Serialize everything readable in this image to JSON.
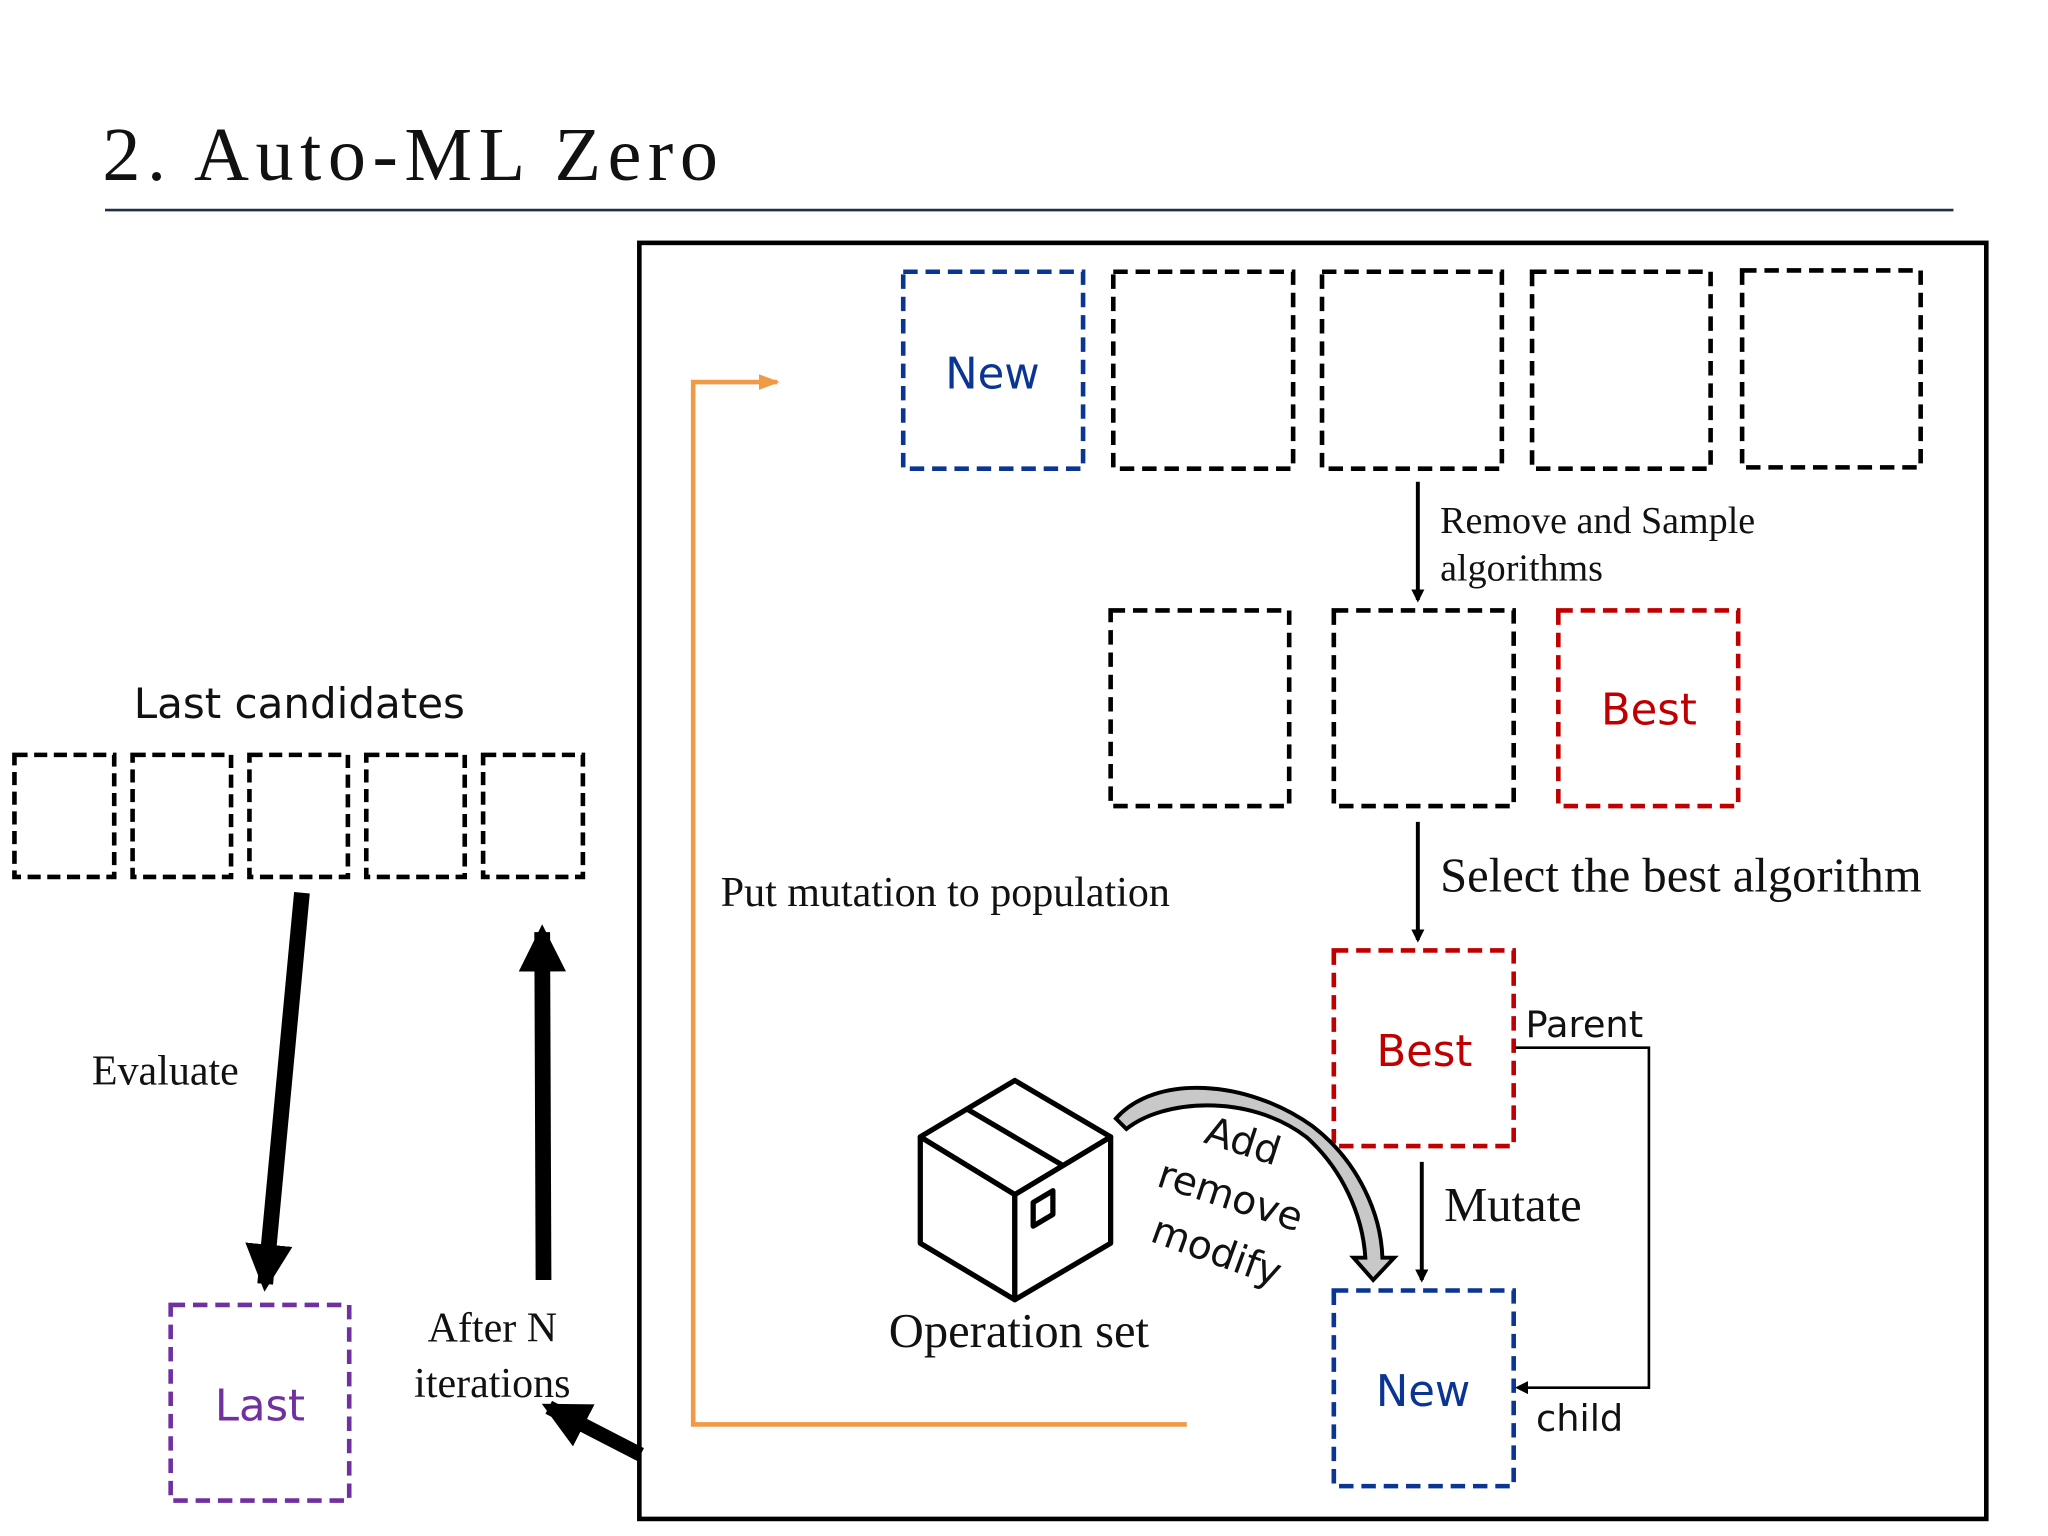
{
  "title": "2. Auto-ML Zero",
  "colors": {
    "new": "#0a3592",
    "best": "#c00000",
    "last": "#7030a0",
    "loop": "#f19a45",
    "title_rule": "#1f3040"
  },
  "population": {
    "new_label": "New"
  },
  "sample_step": {
    "line1": "Remove and Sample",
    "line2": "algorithms"
  },
  "sampled": {
    "best_label": "Best"
  },
  "select_step": {
    "label": "Select the best algorithm"
  },
  "loop_label": "Put mutation to population",
  "parent": {
    "box_label": "Best",
    "parent_label": "Parent"
  },
  "mutate": {
    "label": "Mutate",
    "child_label": "child",
    "new_label": "New"
  },
  "operation_set": {
    "label": "Operation set",
    "ops": [
      "Add",
      "remove",
      "modify"
    ]
  },
  "left": {
    "candidates_label": "Last candidates",
    "evaluate_label": "Evaluate",
    "last_label": "Last",
    "after_line1": "After N",
    "after_line2": "iterations"
  }
}
